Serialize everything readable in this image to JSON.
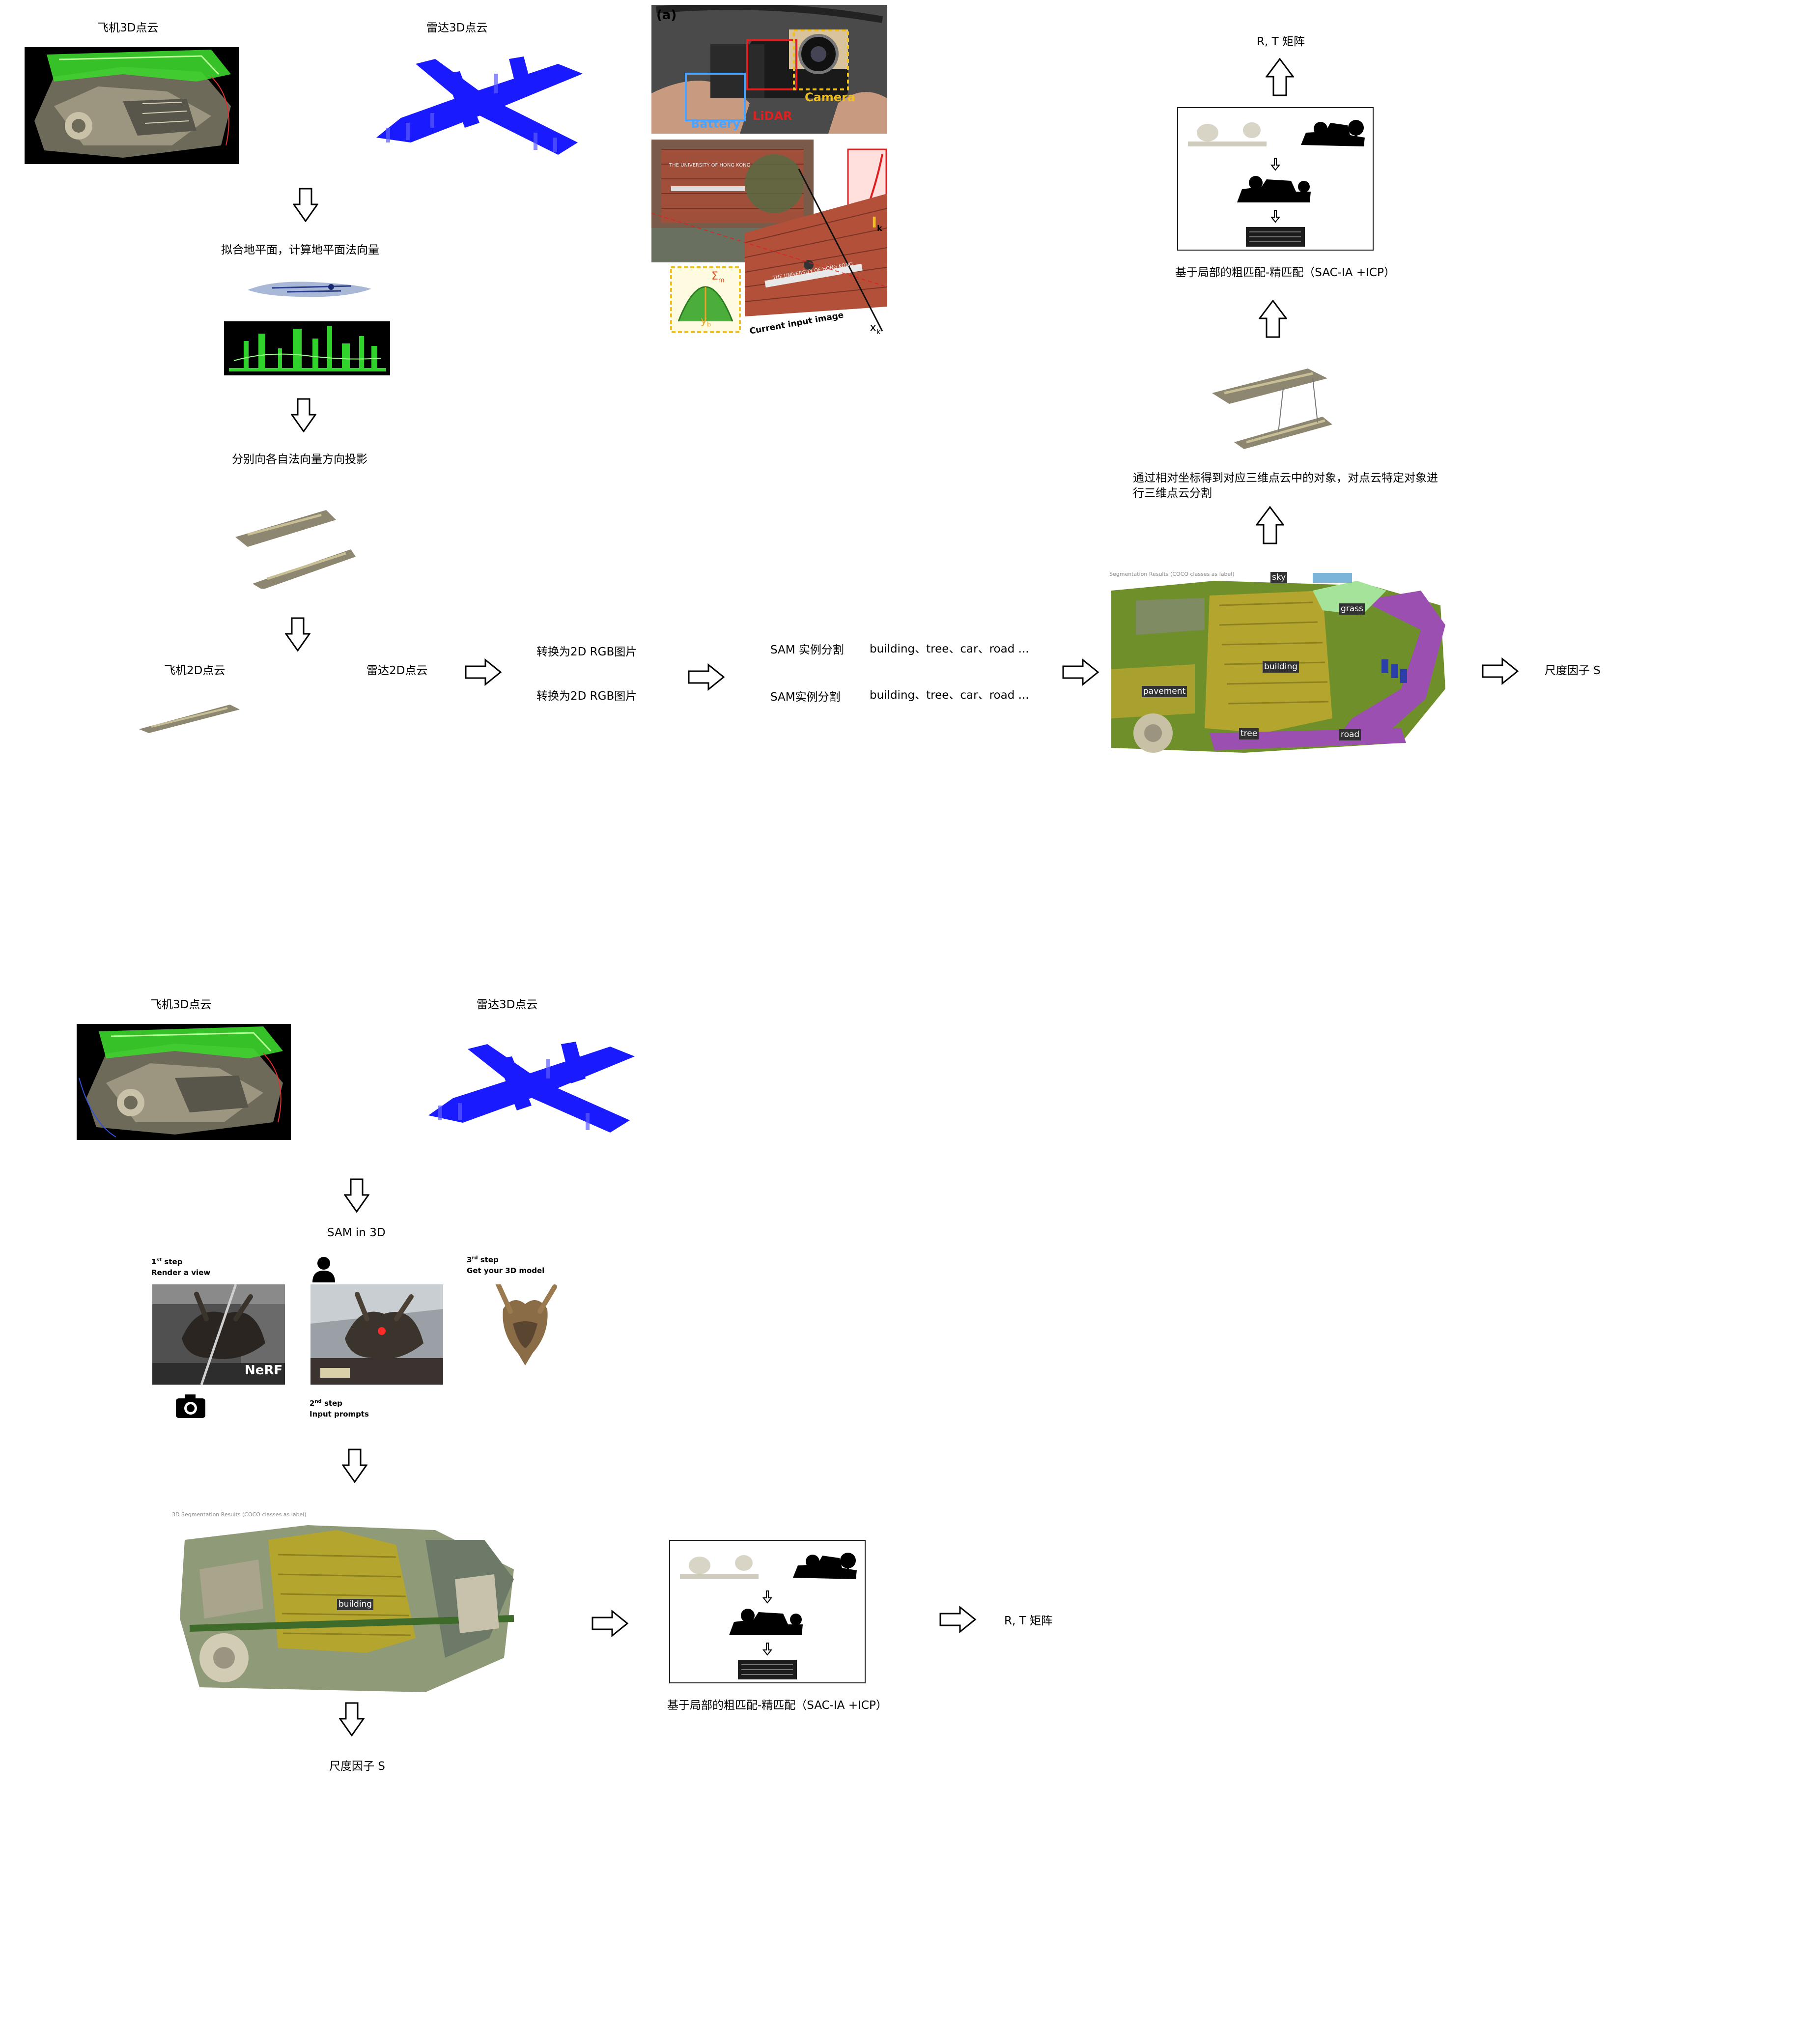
{
  "top": {
    "plane_3d_cloud": "飞机3D点云",
    "radar_3d_cloud": "雷达3D点云",
    "fit_ground": "拟合地平面，计算地平面法向量",
    "project_normal": "分别向各自法向量方向投影",
    "plane_2d_cloud": "飞机2D点云",
    "radar_2d_cloud": "雷达2D点云",
    "to_rgb_1": "转换为2D RGB图片",
    "to_rgb_2": "转换为2D RGB图片",
    "sam_seg_1": "SAM 实例分割",
    "sam_seg_2": "SAM实例分割",
    "classes_1": "building、tree、car、road ...",
    "classes_2": "building、tree、car、road ...",
    "scale_factor": "尺度因子 S",
    "segment_3d": "通过相对坐标得到对应三维点云中的对象，对点云特定对象进行三维点云分割",
    "registration": "基于局部的粗匹配-精匹配（SAC-IA +ICP）",
    "rt_matrix": "R, T 矩阵"
  },
  "sensor_figure": {
    "panel_tag": "(a)",
    "battery": "Battery",
    "lidar": "LiDAR",
    "camera": "Camera",
    "current_input": "Current input image",
    "ik": "I",
    "ik_sub": "k",
    "xk": "x",
    "xk_sub": "k",
    "sigma": "Σ",
    "sigma_sub": "m",
    "yb": "y",
    "yb_sub": "b",
    "sign_1": "THE UNIVERSITY OF HONG KONG",
    "sign_2": "THE UNIVERSITY OF HONG KONG"
  },
  "seg_map_top": {
    "caption": "Segmentation Results (COCO classes as label)",
    "sky": "sky",
    "grass": "grass",
    "building": "building",
    "pavement": "pavement",
    "tree": "tree",
    "road": "road"
  },
  "bottom": {
    "plane_3d_cloud": "飞机3D点云",
    "radar_3d_cloud": "雷达3D点云",
    "sam_in_3d": "SAM in 3D",
    "step1_num": "1",
    "step1_sup": "st",
    "step1_title": " step",
    "step1_text": "Render a view",
    "step2_num": "2",
    "step2_sup": "nd",
    "step2_title": " step",
    "step2_text": "Input prompts",
    "step3_num": "3",
    "step3_sup": "rd",
    "step3_title": " step",
    "step3_text": "Get your 3D model",
    "nerf": "NeRF",
    "registration": "基于局部的粗匹配-精匹配（SAC-IA +ICP）",
    "rt_matrix": "R, T 矩阵",
    "scale_factor": "尺度因子 S"
  },
  "seg_map_bottom": {
    "caption": "3D   Segmentation Results (COCO classes as label)",
    "building": "building"
  },
  "colors": {
    "point_green": "#3dd62c",
    "radar_blue": "#1a1aff",
    "building_olive": "#b3a52e",
    "tree_green": "#6f8f2a",
    "road_purple": "#9b4fb0",
    "grass_light": "#a6e39a",
    "sky_blue": "#5aa0d0"
  }
}
